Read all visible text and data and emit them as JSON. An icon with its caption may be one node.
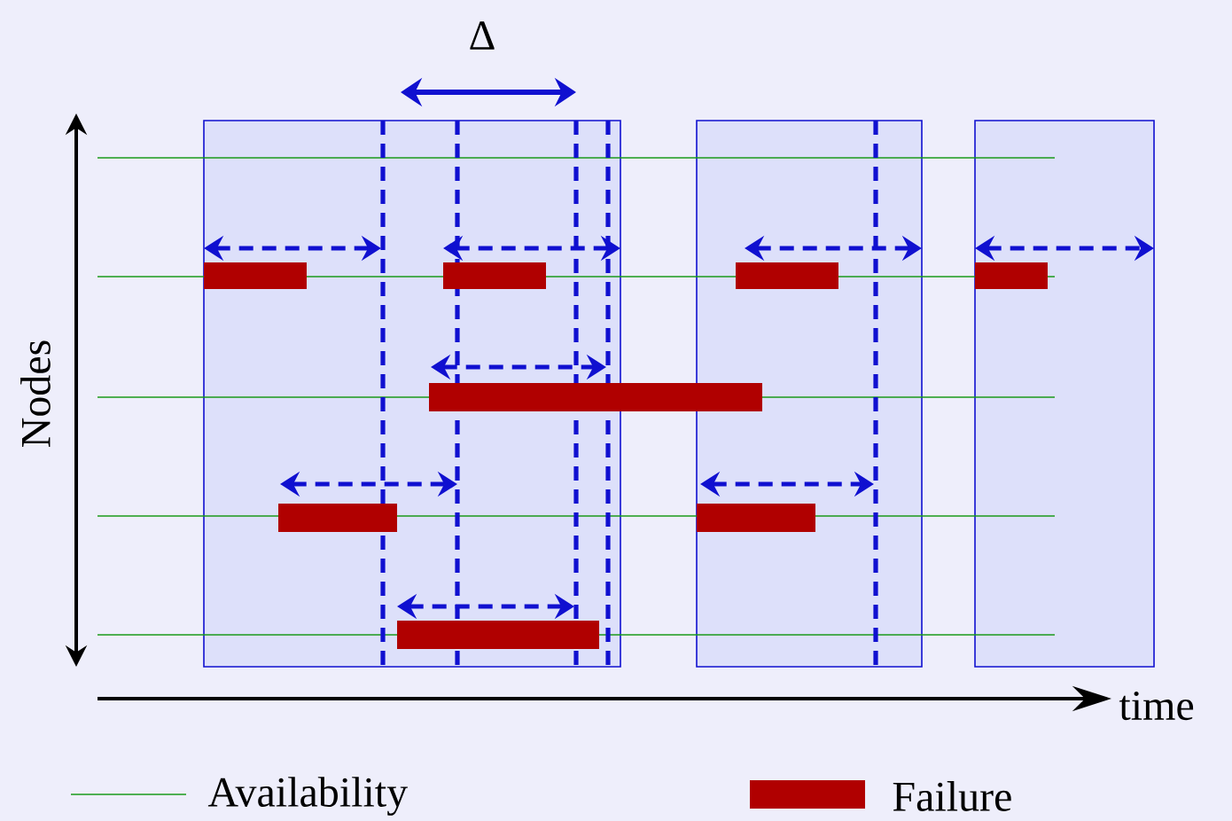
{
  "diagram": {
    "labels": [
      "Δ",
      "Nodes",
      "time"
    ],
    "legend": [
      {
        "text": "Availability"
      },
      {
        "text": "Failure",
        "color": "#b00000"
      }
    ]
  }
}
